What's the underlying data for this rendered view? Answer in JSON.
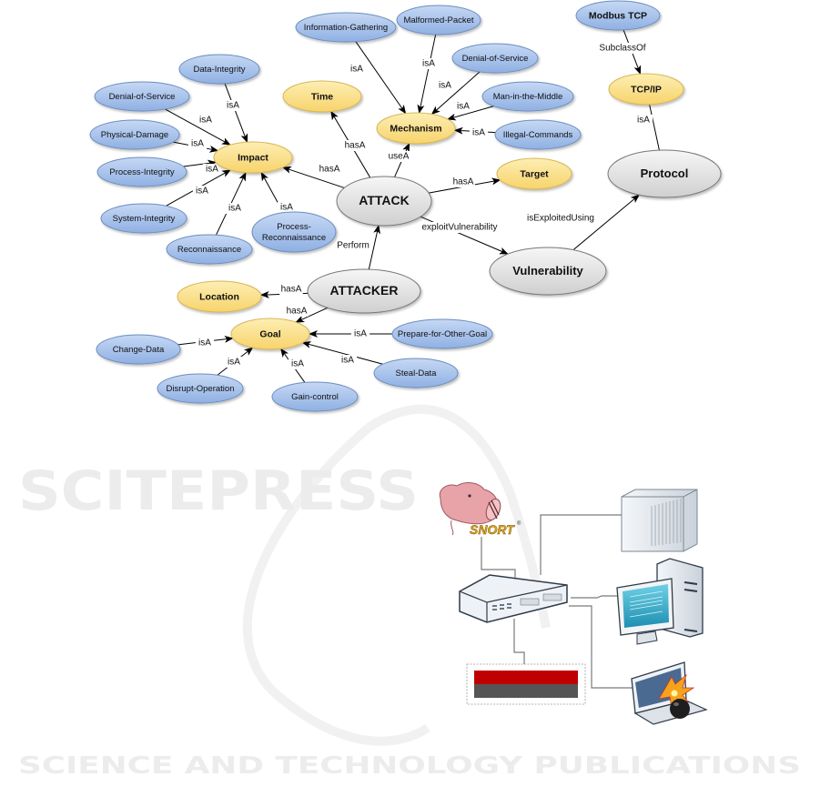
{
  "watermark": {
    "title": "SCITEPRESS",
    "subtitle": "SCIENCE AND TECHNOLOGY PUBLICATIONS"
  },
  "ontology": {
    "colors": {
      "blue_fill": "#a9c4ec",
      "blue_stroke": "#6c8ebf",
      "yellow_fill": "#fbe08b",
      "yellow_stroke": "#d6b656",
      "gray_fill": "#e6e6e6",
      "gray_stroke": "#777777"
    },
    "nodes": [
      {
        "id": "attack",
        "label": "ATTACK",
        "style": "gray"
      },
      {
        "id": "attacker",
        "label": "ATTACKER",
        "style": "gray"
      },
      {
        "id": "vulnerability",
        "label": "Vulnerability",
        "style": "gray"
      },
      {
        "id": "protocol",
        "label": "Protocol",
        "style": "gray"
      },
      {
        "id": "impact",
        "label": "Impact",
        "style": "yellow"
      },
      {
        "id": "time",
        "label": "Time",
        "style": "yellow"
      },
      {
        "id": "mechanism",
        "label": "Mechanism",
        "style": "yellow"
      },
      {
        "id": "target",
        "label": "Target",
        "style": "yellow"
      },
      {
        "id": "tcpip",
        "label": "TCP/IP",
        "style": "yellow"
      },
      {
        "id": "location",
        "label": "Location",
        "style": "yellow"
      },
      {
        "id": "goal",
        "label": "Goal",
        "style": "yellow"
      },
      {
        "id": "modbus",
        "label": "Modbus TCP",
        "style": "blue-bold"
      },
      {
        "id": "data_integrity",
        "label": "Data-Integrity",
        "style": "blue"
      },
      {
        "id": "dos_impact",
        "label": "Denial-of-Service",
        "style": "blue"
      },
      {
        "id": "physical_damage",
        "label": "Physical-Damage",
        "style": "blue"
      },
      {
        "id": "process_integrity",
        "label": "Process-Integrity",
        "style": "blue"
      },
      {
        "id": "system_integrity",
        "label": "System-Integrity",
        "style": "blue"
      },
      {
        "id": "reconnaissance",
        "label": "Reconnaissance",
        "style": "blue"
      },
      {
        "id": "process_recon",
        "label": "Process-\nReconnaissance",
        "style": "blue"
      },
      {
        "id": "info_gathering",
        "label": "Information-Gathering",
        "style": "blue"
      },
      {
        "id": "malformed_packet",
        "label": "Malformed-Packet",
        "style": "blue"
      },
      {
        "id": "dos_mech",
        "label": "Denial-of-Service",
        "style": "blue"
      },
      {
        "id": "mitm",
        "label": "Man-in-the-Middle",
        "style": "blue"
      },
      {
        "id": "illegal_commands",
        "label": "Illegal-Commands",
        "style": "blue"
      },
      {
        "id": "change_data",
        "label": "Change-Data",
        "style": "blue"
      },
      {
        "id": "disrupt_operation",
        "label": "Disrupt-Operation",
        "style": "blue"
      },
      {
        "id": "gain_control",
        "label": "Gain-control",
        "style": "blue"
      },
      {
        "id": "steal_data",
        "label": "Steal-Data",
        "style": "blue"
      },
      {
        "id": "prepare_goal",
        "label": "Prepare-for-Other-Goal",
        "style": "blue"
      }
    ],
    "edges": [
      {
        "from": "data_integrity",
        "to": "impact",
        "label": "isA"
      },
      {
        "from": "dos_impact",
        "to": "impact",
        "label": "isA"
      },
      {
        "from": "physical_damage",
        "to": "impact",
        "label": "isA"
      },
      {
        "from": "process_integrity",
        "to": "impact",
        "label": "isA"
      },
      {
        "from": "system_integrity",
        "to": "impact",
        "label": "isA"
      },
      {
        "from": "reconnaissance",
        "to": "impact",
        "label": "isA"
      },
      {
        "from": "process_recon",
        "to": "impact",
        "label": "isA"
      },
      {
        "from": "attack",
        "to": "impact",
        "label": "hasA"
      },
      {
        "from": "attack",
        "to": "time",
        "label": "hasA"
      },
      {
        "from": "attack",
        "to": "mechanism",
        "label": "useA"
      },
      {
        "from": "attack",
        "to": "target",
        "label": "hasA"
      },
      {
        "from": "attack",
        "to": "vulnerability",
        "label": "exploitVulnerability"
      },
      {
        "from": "info_gathering",
        "to": "mechanism",
        "label": "isA"
      },
      {
        "from": "malformed_packet",
        "to": "mechanism",
        "label": "isA"
      },
      {
        "from": "dos_mech",
        "to": "mechanism",
        "label": "isA"
      },
      {
        "from": "mitm",
        "to": "mechanism",
        "label": "isA"
      },
      {
        "from": "illegal_commands",
        "to": "mechanism",
        "label": "isA"
      },
      {
        "from": "modbus",
        "to": "tcpip",
        "label": "SubclassOf"
      },
      {
        "from": "tcpip",
        "to": "protocol",
        "label": "isA",
        "arrow": false
      },
      {
        "from": "vulnerability",
        "to": "protocol",
        "label": "isExploitedUsing"
      },
      {
        "from": "attacker",
        "to": "attack",
        "label": "Perform"
      },
      {
        "from": "attacker",
        "to": "location",
        "label": "hasA"
      },
      {
        "from": "attacker",
        "to": "goal",
        "label": "hasA"
      },
      {
        "from": "change_data",
        "to": "goal",
        "label": "isA"
      },
      {
        "from": "disrupt_operation",
        "to": "goal",
        "label": "isA"
      },
      {
        "from": "gain_control",
        "to": "goal",
        "label": "isA"
      },
      {
        "from": "steal_data",
        "to": "goal",
        "label": "isA"
      },
      {
        "from": "prepare_goal",
        "to": "goal",
        "label": "isA"
      }
    ]
  },
  "network": {
    "ids_logo_text": "SNORT",
    "ids_logo_mark": "®",
    "devices": [
      {
        "id": "snort",
        "label": "Snort IDS"
      },
      {
        "id": "switch",
        "label": "Network switch"
      },
      {
        "id": "plc",
        "label": "PLC rack"
      },
      {
        "id": "workstation",
        "label": "Workstation"
      },
      {
        "id": "hmi",
        "label": "HMI panel"
      },
      {
        "id": "attacker_laptop",
        "label": "Attacker laptop"
      }
    ]
  }
}
